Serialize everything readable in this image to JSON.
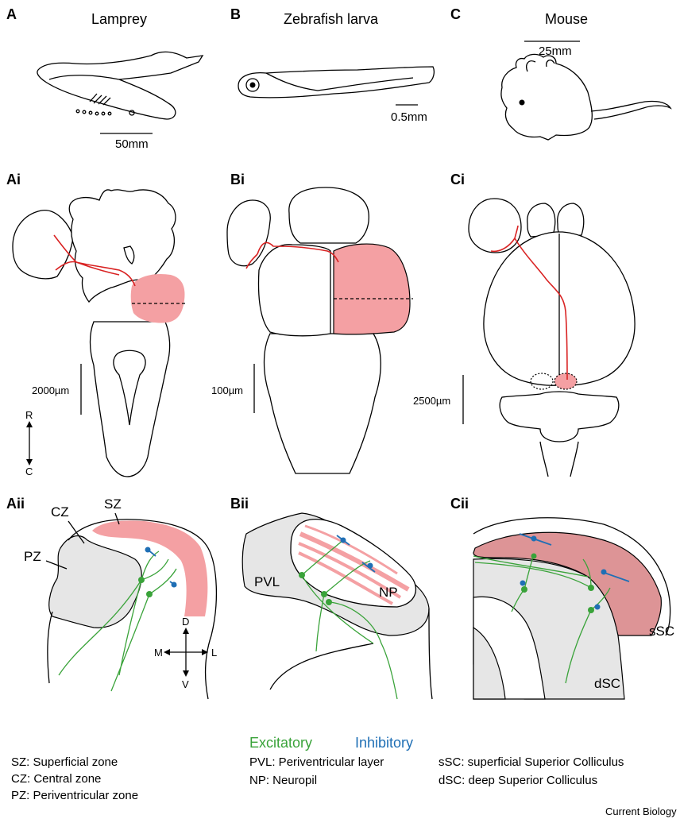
{
  "panels": {
    "A": {
      "letter": "A",
      "title": "Lamprey",
      "scale": "50mm"
    },
    "B": {
      "letter": "B",
      "title": "Zebrafish larva",
      "scale": "0.5mm"
    },
    "C": {
      "letter": "C",
      "title": "Mouse",
      "scale": "25mm"
    },
    "Ai": {
      "letter": "Ai",
      "scale": "2000µm",
      "axis_top": "R",
      "axis_bottom": "C"
    },
    "Bi": {
      "letter": "Bi",
      "scale": "100µm"
    },
    "Ci": {
      "letter": "Ci",
      "scale": "2500µm"
    },
    "Aii": {
      "letter": "Aii",
      "cz": "CZ",
      "sz": "SZ",
      "pz": "PZ",
      "axis_d": "D",
      "axis_v": "V",
      "axis_m": "M",
      "axis_l": "L"
    },
    "Bii": {
      "letter": "Bii",
      "pvl": "PVL",
      "np": "NP"
    },
    "Cii": {
      "letter": "Cii",
      "ssc": "sSC",
      "dsc": "dSC"
    }
  },
  "legend": {
    "excitatory": "Excitatory",
    "inhibitory": "Inhibitory",
    "excitatory_color": "#3aa33a",
    "inhibitory_color": "#1f6fb5",
    "tectum_color": "#f4a0a3"
  },
  "abbreviations": {
    "lamprey": [
      "SZ: Superficial zone",
      "CZ: Central zone",
      "PZ: Periventricular zone"
    ],
    "zebrafish": [
      "PVL: Periventricular layer",
      "NP: Neuropil"
    ],
    "mouse": [
      "sSC: superficial Superior Colliculus",
      "dSC: deep Superior Colliculus"
    ]
  },
  "credit": "Current Biology"
}
